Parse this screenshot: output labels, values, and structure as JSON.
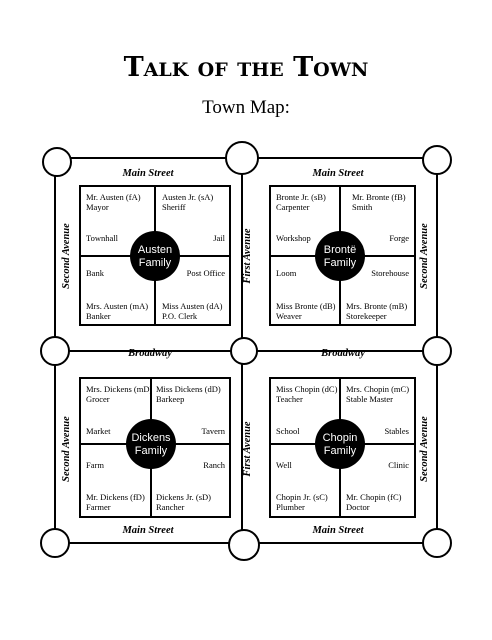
{
  "title": "Talk of the Town",
  "subtitle": "Town Map:",
  "streets": {
    "main_top_left": "Main Street",
    "main_top_right": "Main Street",
    "broadway_left": "Broadway",
    "broadway_right": "Broadway",
    "main_bottom_left": "Main Street",
    "main_bottom_right": "Main Street",
    "second_avenue": "Second Avenue",
    "first_avenue": "First Avenue"
  },
  "blocks": [
    {
      "key": "austen",
      "family": [
        "Austen",
        "Family"
      ],
      "residents": [
        [
          "Mr. Austen (fA)",
          "Mayor"
        ],
        [
          "Austen Jr. (sA)",
          "Sheriff"
        ],
        [
          "Mrs. Austen (mA)",
          "Banker"
        ],
        [
          "Miss Austen (dA)",
          "P.O. Clerk"
        ]
      ],
      "places": [
        "Townhall",
        "Jail",
        "Bank",
        "Post Office"
      ]
    },
    {
      "key": "bronte",
      "family": [
        "Brontë",
        "Family"
      ],
      "residents": [
        [
          "Bronte Jr. (sB)",
          "Carpenter"
        ],
        [
          "Mr. Bronte (fB)",
          "Smith"
        ],
        [
          "Miss Bronte (dB)",
          "Weaver"
        ],
        [
          "Mrs. Bronte (mB)",
          "Storekeeper"
        ]
      ],
      "places": [
        "Workshop",
        "Forge",
        "Loom",
        "Storehouse"
      ]
    },
    {
      "key": "dickens",
      "family": [
        "Dickens",
        "Family"
      ],
      "residents": [
        [
          "Mrs. Dickens (mD)",
          "Grocer"
        ],
        [
          "Miss Dickens (dD)",
          "Barkeep"
        ],
        [
          "Mr. Dickens (fD)",
          "Farmer"
        ],
        [
          "Dickens Jr. (sD)",
          "Rancher"
        ]
      ],
      "places": [
        "Market",
        "Tavern",
        "Farm",
        "Ranch"
      ]
    },
    {
      "key": "chopin",
      "family": [
        "Chopin",
        "Family"
      ],
      "residents": [
        [
          "Miss Chopin (dC)",
          "Teacher"
        ],
        [
          "Mrs. Chopin (mC)",
          "Stable Master"
        ],
        [
          "Chopin Jr. (sC)",
          "Plumber"
        ],
        [
          "Mr. Chopin (fC)",
          "Doctor"
        ]
      ],
      "places": [
        "School",
        "Stables",
        "Well",
        "Clinic"
      ]
    }
  ]
}
